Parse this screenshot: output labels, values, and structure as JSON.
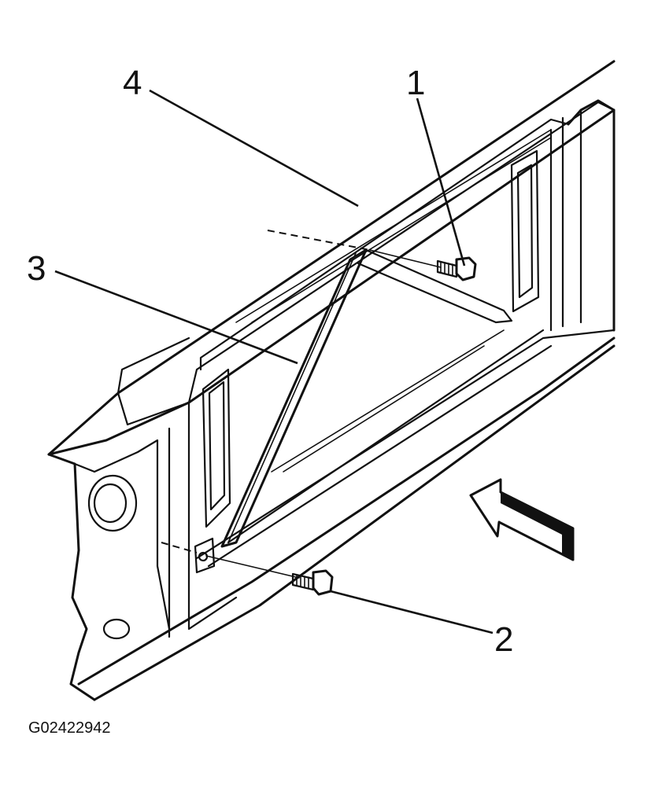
{
  "diagram": {
    "callouts": [
      {
        "id": "callout-1",
        "label": "1"
      },
      {
        "id": "callout-2",
        "label": "2"
      },
      {
        "id": "callout-3",
        "label": "3"
      },
      {
        "id": "callout-4",
        "label": "4"
      }
    ],
    "figure_id": "G02422942",
    "icons": [
      "direction-arrow-icon",
      "bolt-icon"
    ]
  }
}
